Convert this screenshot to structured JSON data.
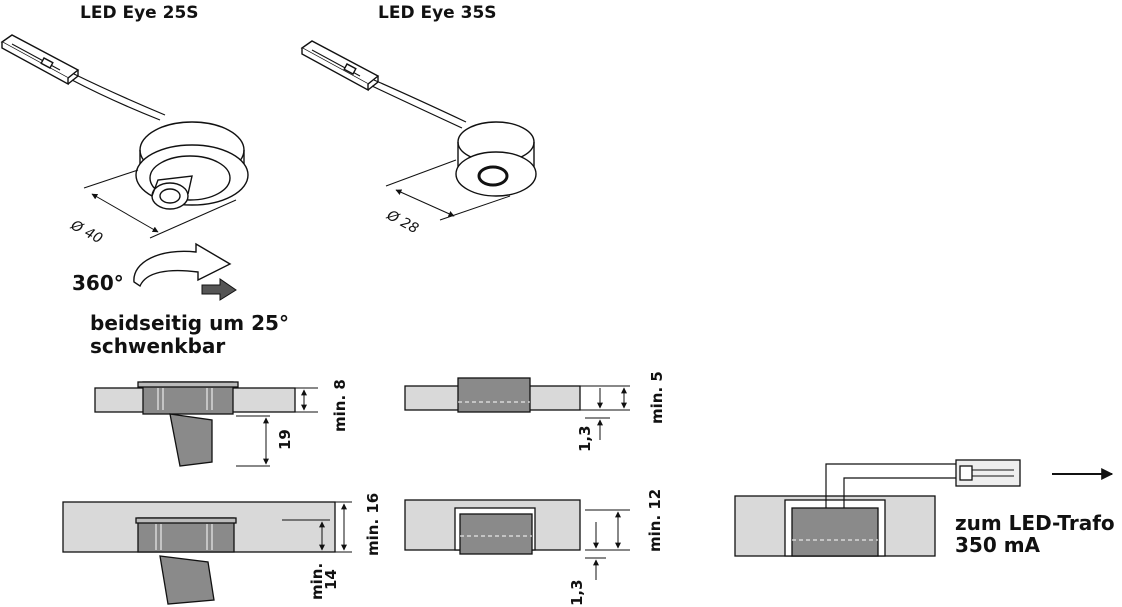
{
  "products": {
    "eye25": {
      "title": "LED Eye 25S",
      "diameter": "Ø 40"
    },
    "eye35": {
      "title": "LED Eye 35S",
      "diameter": "Ø 28"
    }
  },
  "rotation": {
    "degrees": "360°",
    "swivel_line1": "beidseitig um 25°",
    "swivel_line2": "schwenkbar"
  },
  "dimensions": {
    "eye25_thin": {
      "min": "min. 8",
      "height": "19"
    },
    "eye35_thin": {
      "min": "min. 5",
      "offset": "1,3"
    },
    "eye25_thick": {
      "min": "min. 16",
      "min_lower": "min.",
      "min_lower_value": "14"
    },
    "eye35_thick": {
      "min": "min. 12",
      "offset": "1,3"
    }
  },
  "connection": {
    "line1": "zum LED-Trafo",
    "line2": "350 mA"
  },
  "colors": {
    "panel": "#d9d9d9",
    "fixture": "#8a8a8a",
    "ink": "#111111"
  }
}
